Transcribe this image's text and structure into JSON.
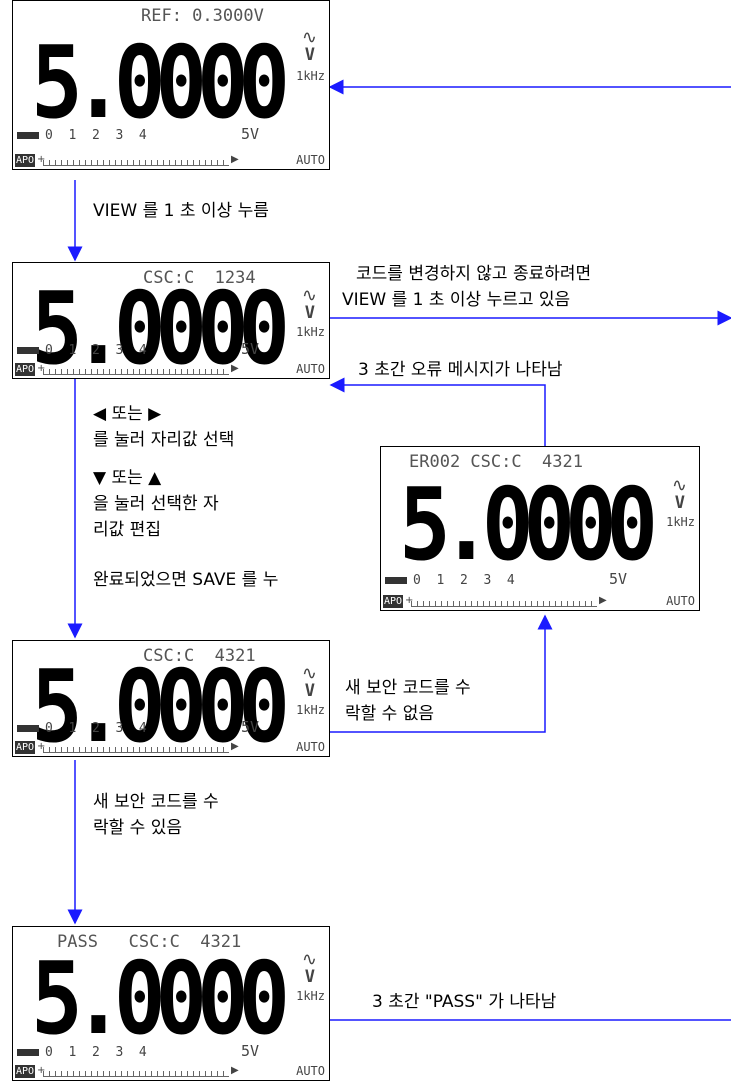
{
  "displays": [
    {
      "top_text": "REF: 0.3000V",
      "reading": "5.0000",
      "unit": "V",
      "freq": "1kHz",
      "scale": "0  1  2  3  4",
      "scale_max": "5V",
      "apo": "APO",
      "auto": "AUTO"
    },
    {
      "top_text": "CSC:C  1234",
      "reading": "5.0000",
      "unit": "V",
      "freq": "1kHz",
      "scale": "0  1  2  3  4",
      "scale_max": "5V",
      "apo": "APO",
      "auto": "AUTO"
    },
    {
      "top_text": "ER002 CSC:C  4321",
      "reading": "5.0000",
      "unit": "V",
      "freq": "1kHz",
      "scale": "0  1  2  3  4",
      "scale_max": "5V",
      "apo": "APO",
      "auto": "AUTO"
    },
    {
      "top_text": "CSC:C  4321",
      "reading": "5.0000",
      "unit": "V",
      "freq": "1kHz",
      "scale": "0  1  2  3  4",
      "scale_max": "5V",
      "apo": "APO",
      "auto": "AUTO"
    },
    {
      "top_text": "PASS   CSC:C  4321",
      "reading": "5.0000",
      "unit": "V",
      "freq": "1kHz",
      "scale": "0  1  2  3  4",
      "scale_max": "5V",
      "apo": "APO",
      "auto": "AUTO"
    }
  ],
  "labels": {
    "view_hold": "VIEW 를 1 초 이상 누름",
    "exit_line1": "코드를 변경하지 않고 종료하려면",
    "exit_line2": "VIEW 를 1 초 이상 누르고 있음",
    "error_msg": "3 초간 오류 메시지가 나타남",
    "select_line1": "◀ 또는 ▶",
    "select_line2": "를 눌러 자리값 선택",
    "edit_line1": "▼ 또는 ▲",
    "edit_line2": "을 눌러 선택한 자",
    "edit_line3": "리값 편집",
    "save_press": "완료되었으면 SAVE 를 누",
    "reject_line1": "새 보안 코드를 수",
    "reject_line2": "락할 수 없음",
    "accept_line1": "새 보안 코드를 수",
    "accept_line2": "락할 수 있음",
    "pass_msg": "3 초간 \"PASS\" 가 나타남"
  },
  "colors": {
    "arrow": "#1a1aff"
  }
}
